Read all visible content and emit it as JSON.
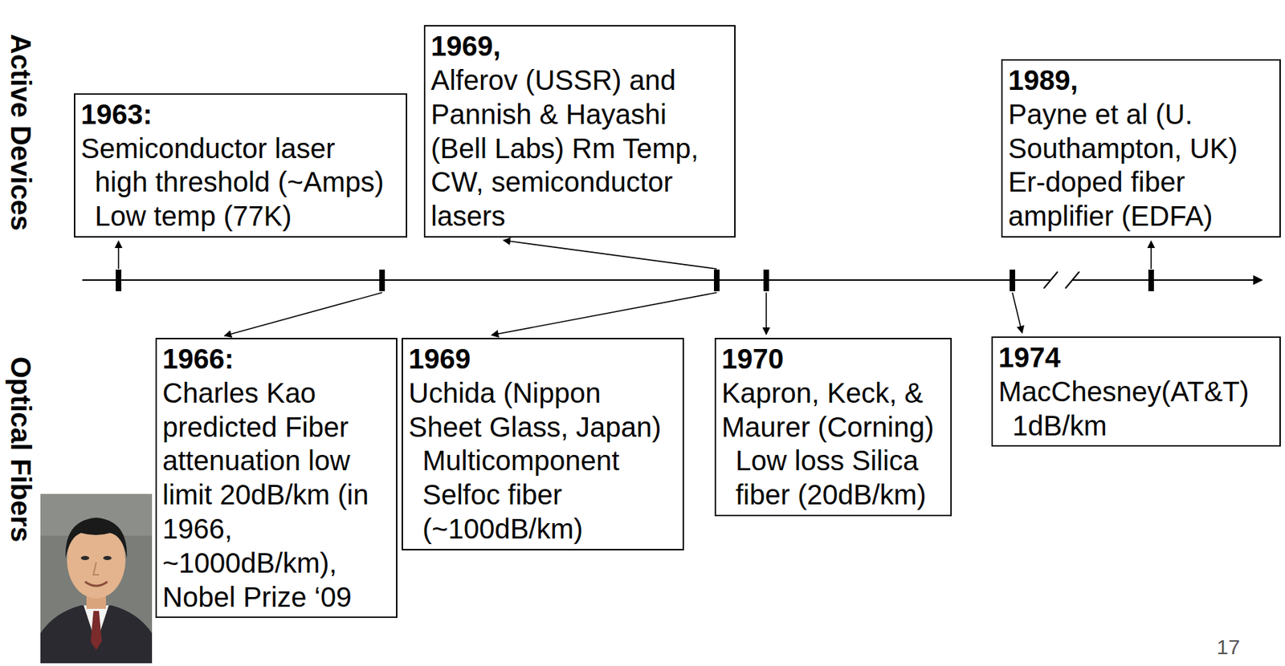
{
  "diagram": {
    "nodes": [
      {
        "text": [
          "1963:",
          "Semiconductor laser",
          "high threshold (~Amps)",
          "Low temp (77K)"
        ]
      },
      {
        "text": [
          "1969,",
          "Alferov (USSR) and Pannish & Hayashi (Bell Labs) Rm Temp, CW, semiconductor lasers"
        ]
      },
      {
        "text": [
          "1989,",
          "Payne et al (U. Southampton, UK) Er-doped fiber amplifier (EDFA)"
        ]
      },
      {
        "text": [
          "1966:",
          "Charles Kao predicted Fiber attenuation low limit 20dB/km (in 1966, ~1000dB/km), Nobel Prize ‘09"
        ]
      },
      {
        "text": [
          "1969",
          "Uchida (Nippon Sheet Glass, Japan)",
          "Multicomponent Selfoc fiber (~100dB/km)"
        ]
      },
      {
        "text": [
          "1970",
          "Kapron, Keck, & Maurer (Corning)",
          "Low loss Silica fiber (20dB/km)"
        ]
      },
      {
        "text": [
          "1974",
          "MacChesney(AT&T)",
          "1dB/km"
        ]
      }
    ],
    "labels": [
      "Active Devices",
      "Optical Fibers",
      "17"
    ]
  }
}
